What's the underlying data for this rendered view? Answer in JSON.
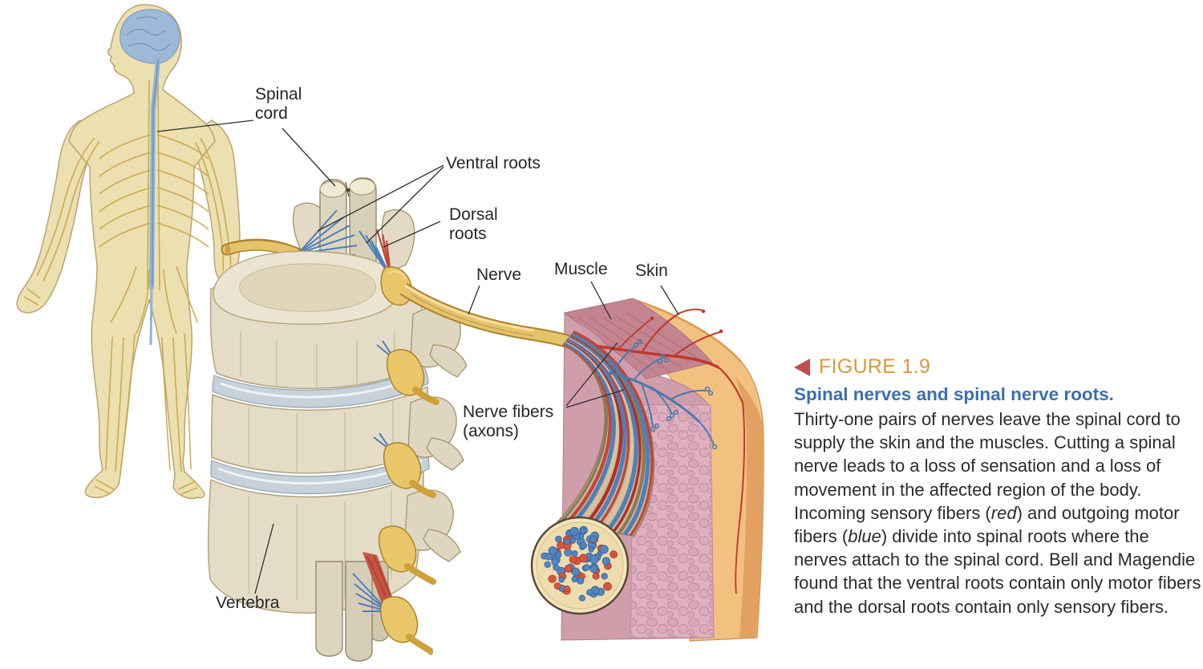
{
  "figure_labels": {
    "spinal_cord": "Spinal\ncord",
    "ventral_roots": "Ventral roots",
    "dorsal_roots": "Dorsal\nroots",
    "nerve": "Nerve",
    "muscle": "Muscle",
    "skin": "Skin",
    "nerve_fibers": "Nerve fibers\n(axons)",
    "vertebra": "Vertebra"
  },
  "caption": {
    "figure_number": "FIGURE 1.9",
    "title": "Spinal nerves and spinal nerve roots.",
    "body_segments": [
      {
        "text": "Thirty-one pairs of nerves leave the spinal cord to supply the skin and the muscles. Cutting a spinal nerve leads to a loss of sensation and a loss of movement in the affected region of the body. Incoming sensory fibers (",
        "style": "normal"
      },
      {
        "text": "red",
        "style": "italic"
      },
      {
        "text": ") and outgoing motor fibers (",
        "style": "normal"
      },
      {
        "text": "blue",
        "style": "italic"
      },
      {
        "text": ") divide into spinal roots where the nerves attach to the spinal cord. Bell and Magendie found that the ventral roots contain only motor fibers and the dorsal roots contain only sensory fibers.",
        "style": "normal"
      }
    ]
  },
  "colors": {
    "figure_number": "#d8993e",
    "arrow": "#c0504a",
    "title": "#3a6fb0",
    "body_text": "#2b2b2b",
    "label_text": "#262626",
    "sensory_fiber_red": "#c2453a",
    "motor_fiber_blue": "#4e7fbb",
    "nerve_yellow": "#e5c368",
    "bone_cream": "#e4dcc6",
    "muscle_pink": "#d09daa",
    "skin_orange": "#f2c180"
  }
}
